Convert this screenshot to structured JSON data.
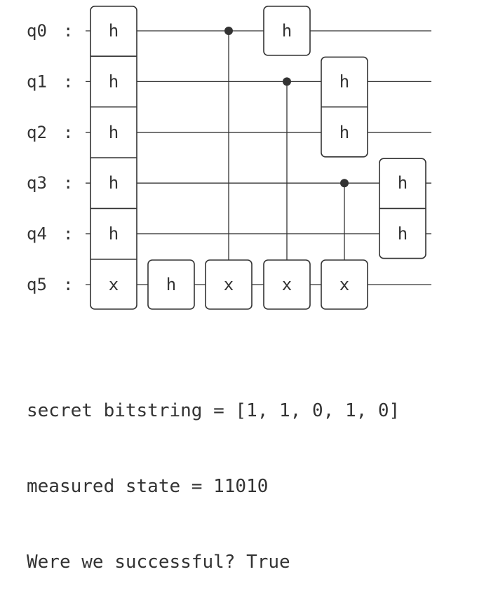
{
  "circuit": {
    "qubits": [
      "q0",
      "q1",
      "q2",
      "q3",
      "q4",
      "q5"
    ],
    "label_suffix": ":",
    "gates": [
      {
        "kind": "stack",
        "qubits": [
          0,
          1,
          2,
          3,
          4,
          5
        ],
        "labels": [
          "h",
          "h",
          "h",
          "h",
          "h",
          "x"
        ]
      },
      {
        "kind": "single",
        "qubit": 5,
        "label": "h"
      },
      {
        "kind": "cx",
        "control": 0,
        "target": 5,
        "label": "x"
      },
      {
        "kind": "single",
        "qubit": 0,
        "label": "h"
      },
      {
        "kind": "cx",
        "control": 1,
        "target": 5,
        "label": "x"
      },
      {
        "kind": "stack",
        "qubits": [
          1,
          2
        ],
        "labels": [
          "h",
          "h"
        ]
      },
      {
        "kind": "cx",
        "control": 3,
        "target": 5,
        "label": "x"
      },
      {
        "kind": "stack",
        "qubits": [
          3,
          4
        ],
        "labels": [
          "h",
          "h"
        ]
      }
    ]
  },
  "output": {
    "line1": "secret bitstring = [1, 1, 0, 1, 0]",
    "line2": "measured state = 11010",
    "line3": "Were we successful? True"
  }
}
